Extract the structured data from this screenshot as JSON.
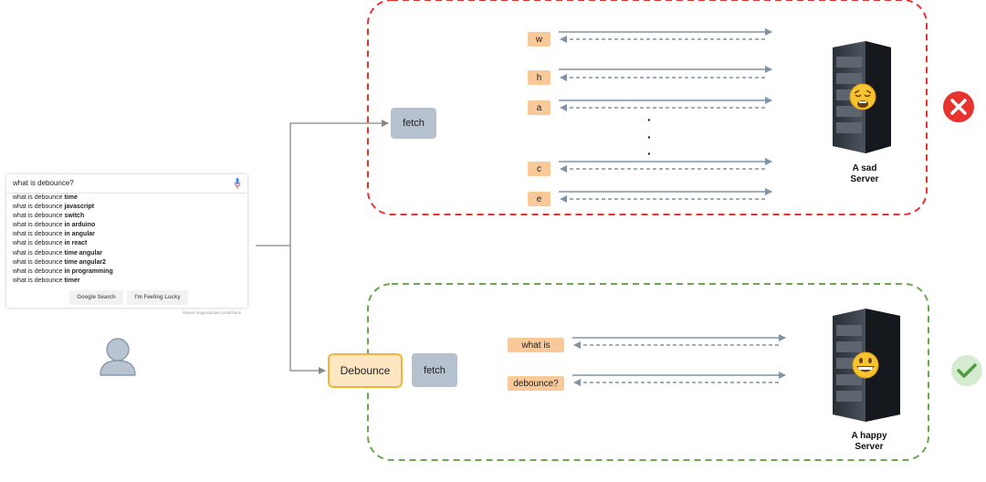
{
  "search": {
    "query": "what is debounce?",
    "prefix": "what is debounce",
    "suggestions": [
      {
        "bold": "time"
      },
      {
        "bold": "javascript"
      },
      {
        "bold": "switch"
      },
      {
        "bold": "in arduino"
      },
      {
        "bold": "in angular"
      },
      {
        "bold": "in react"
      },
      {
        "bold": "time angular"
      },
      {
        "bold": "time angular2"
      },
      {
        "bold": "in programming"
      },
      {
        "bold": "timer"
      }
    ],
    "buttons": {
      "google_search": "Google Search",
      "lucky": "I'm Feeling Lucky"
    },
    "report": "Report inappropriate predictions"
  },
  "top": {
    "fetch_label": "fetch",
    "letters": [
      "w",
      "h",
      "a",
      "c",
      "e"
    ],
    "ellipsis": "·",
    "server_label_1": "A sad",
    "server_label_2": "Server",
    "status_icon": "cross-circle-icon",
    "border_color": "#e8322e"
  },
  "bottom": {
    "debounce_label": "Debounce",
    "fetch_label": "fetch",
    "chunks": [
      "what is",
      "debounce?"
    ],
    "server_label_1": "A happy",
    "server_label_2": "Server",
    "status_icon": "check-circle-icon",
    "border_color": "#6aa84f"
  },
  "colors": {
    "arrow_solid": "#7f93a8",
    "arrow_dashed": "#7f93a8",
    "cross": "#e8322e",
    "check": "#8bc57a",
    "connector": "#999999"
  }
}
